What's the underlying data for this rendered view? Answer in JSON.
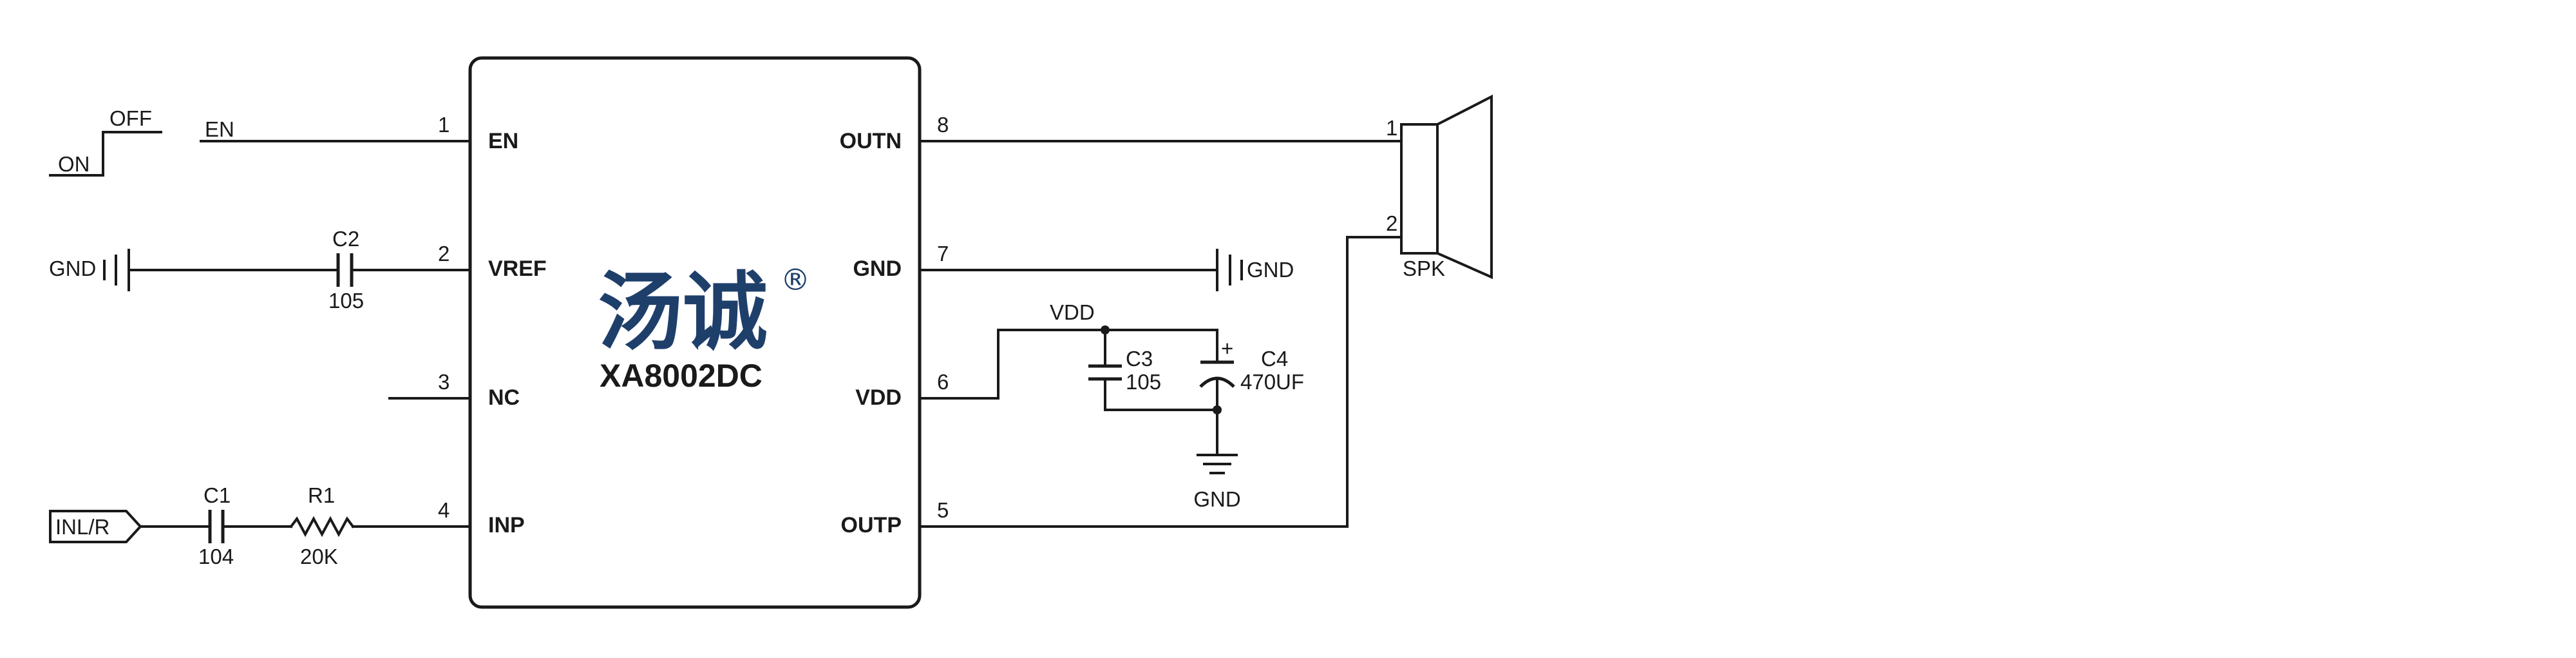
{
  "chip": {
    "brand_logo": "汤诚",
    "brand_mark": "®",
    "part_number": "XA8002DC",
    "pins": {
      "p1": {
        "num": "1",
        "name": "EN"
      },
      "p2": {
        "num": "2",
        "name": "VREF"
      },
      "p3": {
        "num": "3",
        "name": "NC"
      },
      "p4": {
        "num": "4",
        "name": "INP"
      },
      "p5": {
        "num": "5",
        "name": "OUTP"
      },
      "p6": {
        "num": "6",
        "name": "VDD"
      },
      "p7": {
        "num": "7",
        "name": "GND"
      },
      "p8": {
        "num": "8",
        "name": "OUTN"
      }
    }
  },
  "switch": {
    "on_label": "ON",
    "off_label": "OFF",
    "net_label": "EN"
  },
  "vref_net": {
    "gnd_label": "GND",
    "cap_ref": "C2",
    "cap_value": "105"
  },
  "input_net": {
    "port_label": "INL/R",
    "cap_ref": "C1",
    "cap_value": "104",
    "res_ref": "R1",
    "res_value": "20K"
  },
  "gnd_net": {
    "gnd_label": "GND"
  },
  "vdd_net": {
    "net_label": "VDD",
    "c3_ref": "C3",
    "c3_value": "105",
    "c4_ref": "C4",
    "c4_value": "470UF",
    "c4_polarity": "+",
    "gnd_label": "GND"
  },
  "speaker": {
    "ref": "SPK",
    "pin1": "1",
    "pin2": "2"
  }
}
